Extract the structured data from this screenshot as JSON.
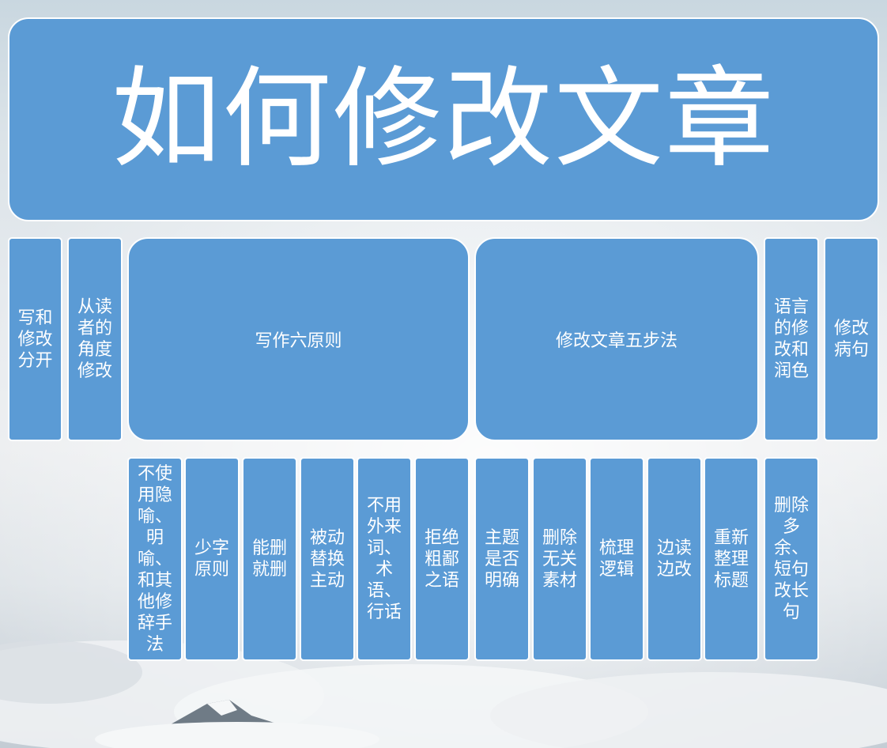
{
  "title": "如何修改文章",
  "level1": [
    {
      "id": "write-and-revise-separately",
      "label": "写和修改分开"
    },
    {
      "id": "revise-from-reader-view",
      "label": "从读者的角度修改"
    },
    {
      "id": "six-writing-principles",
      "label": "写作六原则"
    },
    {
      "id": "five-step-revision",
      "label": "修改文章五步法"
    },
    {
      "id": "language-polish",
      "label": "语言的修改和润色"
    },
    {
      "id": "fix-sentences",
      "label": "修改病句"
    }
  ],
  "six_principles": [
    "不使用隐喻、明喻、和其他修辞手法",
    "少字原则",
    "能删就删",
    "被动替换主动",
    "不用外来词、术语、行话",
    "拒绝粗鄙之语"
  ],
  "five_steps": [
    "主题是否明确",
    "删除无关素材",
    "梳理逻辑",
    "边读边改",
    "重新整理标题"
  ],
  "sentence_fixes": [
    "删除多余、短句改长句"
  ],
  "colors": {
    "box_fill": "#5b9bd5",
    "box_border": "#ffffff",
    "text": "#ffffff"
  }
}
